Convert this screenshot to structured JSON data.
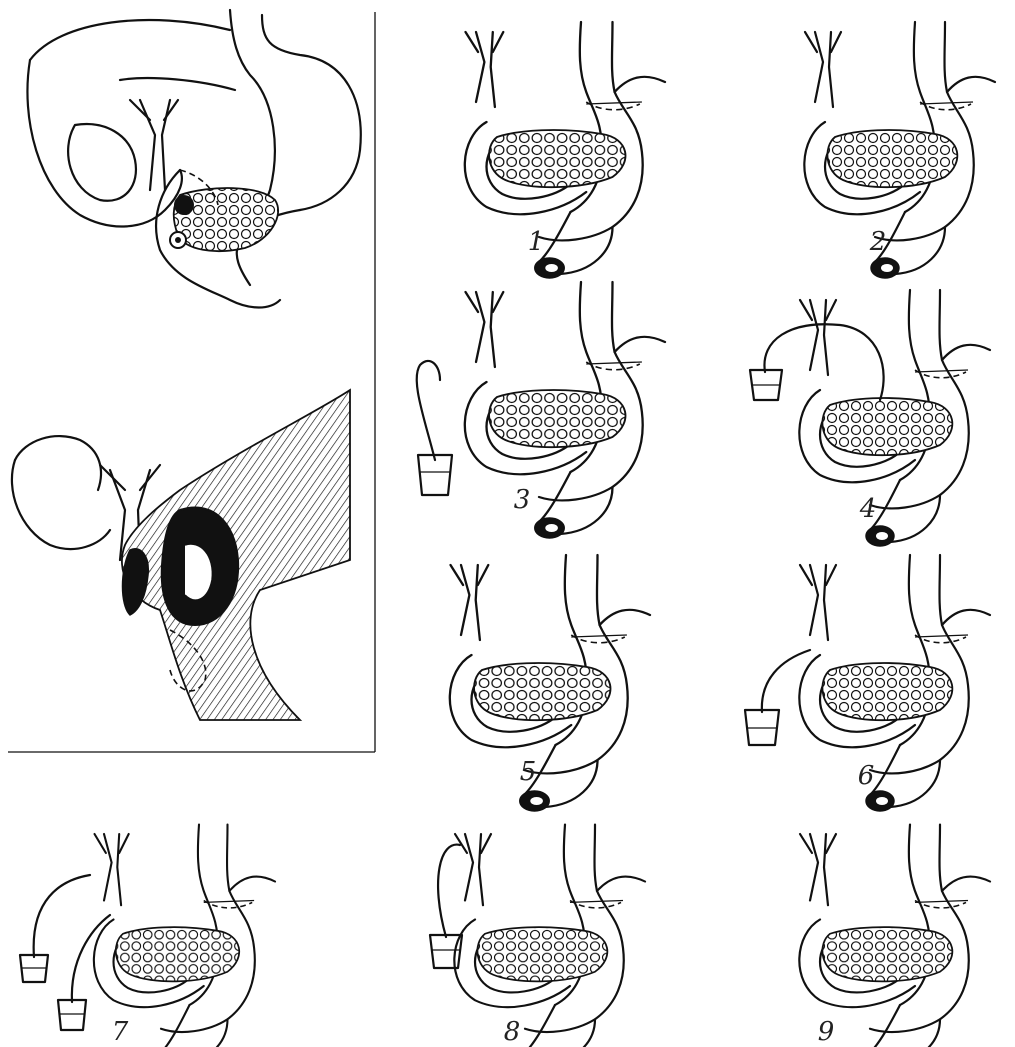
{
  "figure": {
    "panels": [
      {
        "id": "main-top",
        "label": ""
      },
      {
        "id": "main-bottom",
        "label": ""
      },
      {
        "id": "variant-1",
        "label": "1"
      },
      {
        "id": "variant-2",
        "label": "2"
      },
      {
        "id": "variant-3",
        "label": "3"
      },
      {
        "id": "variant-4",
        "label": "4"
      },
      {
        "id": "variant-5",
        "label": "5"
      },
      {
        "id": "variant-6",
        "label": "6"
      },
      {
        "id": "variant-7",
        "label": "7"
      },
      {
        "id": "variant-8",
        "label": "8"
      },
      {
        "id": "variant-9",
        "label": "9"
      }
    ]
  }
}
